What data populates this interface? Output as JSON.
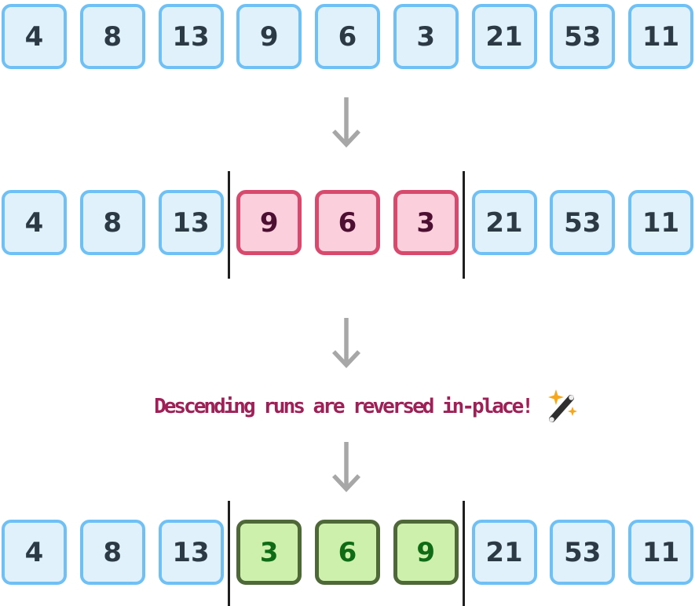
{
  "diagram": {
    "title_hint": "descending run reversal step (array sort visualization)"
  },
  "rows": [
    {
      "id": "initial-array",
      "cells": [
        {
          "value": "4",
          "style": "blue"
        },
        {
          "value": "8",
          "style": "blue"
        },
        {
          "value": "13",
          "style": "blue"
        },
        {
          "value": "9",
          "style": "blue"
        },
        {
          "value": "6",
          "style": "blue"
        },
        {
          "value": "3",
          "style": "blue"
        },
        {
          "value": "21",
          "style": "blue"
        },
        {
          "value": "53",
          "style": "blue"
        },
        {
          "value": "11",
          "style": "blue"
        }
      ]
    },
    {
      "id": "descending-run-highlighted",
      "cells": [
        {
          "value": "4",
          "style": "blue"
        },
        {
          "value": "8",
          "style": "blue"
        },
        {
          "value": "13",
          "style": "blue"
        },
        {
          "value": "9",
          "style": "pink"
        },
        {
          "value": "6",
          "style": "pink"
        },
        {
          "value": "3",
          "style": "pink"
        },
        {
          "value": "21",
          "style": "blue"
        },
        {
          "value": "53",
          "style": "blue"
        },
        {
          "value": "11",
          "style": "blue"
        }
      ]
    },
    {
      "id": "run-reversed",
      "cells": [
        {
          "value": "4",
          "style": "blue"
        },
        {
          "value": "8",
          "style": "blue"
        },
        {
          "value": "13",
          "style": "blue"
        },
        {
          "value": "3",
          "style": "green"
        },
        {
          "value": "6",
          "style": "green"
        },
        {
          "value": "9",
          "style": "green"
        },
        {
          "value": "21",
          "style": "blue"
        },
        {
          "value": "53",
          "style": "blue"
        },
        {
          "value": "11",
          "style": "blue"
        }
      ]
    }
  ],
  "caption": {
    "text": "Descending runs are reversed in-place!",
    "emoji": "magic-wand"
  },
  "icons": [
    "down-arrow",
    "down-arrow",
    "down-arrow",
    "magic-wand-emoji"
  ],
  "colors": {
    "blue_fill": "#e1f1fc",
    "blue_border": "#6fc0f4",
    "blue_text": "#2c3a45",
    "pink_fill": "#fbcfdc",
    "pink_border": "#d8496e",
    "pink_text": "#4d0f31",
    "green_fill": "#cdf1ad",
    "green_border": "#4e6837",
    "green_text": "#0f6b16",
    "arrow": "#a7a7a7",
    "bracket": "#1f1f1f",
    "caption": "#9e2056",
    "sparkle": "#f5a81b",
    "wand_stick": "#2e2e2e",
    "wand_tip": "#ececec"
  }
}
